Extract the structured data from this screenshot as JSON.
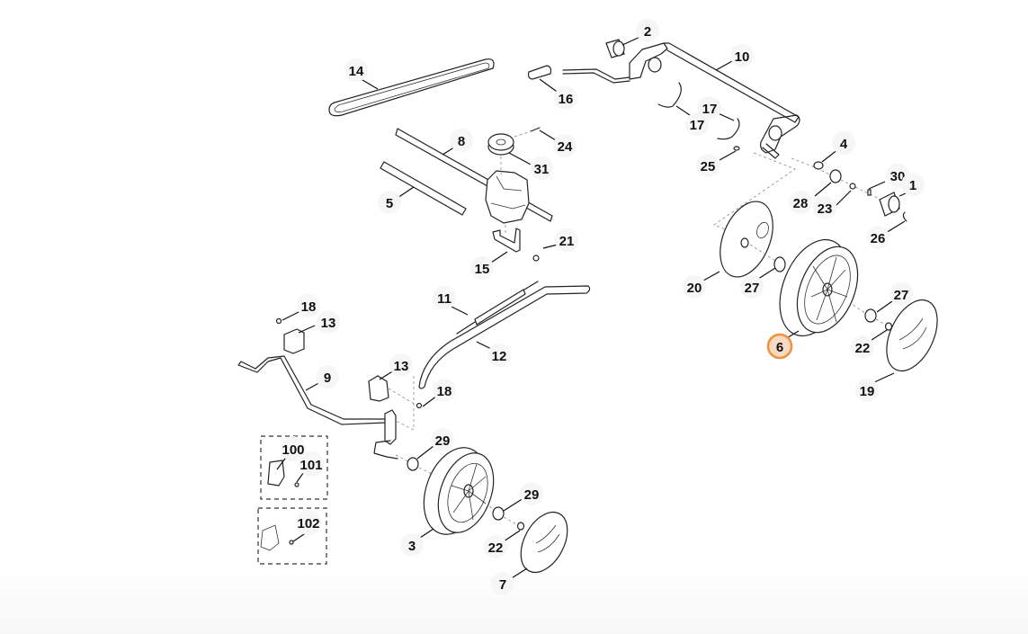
{
  "diagram": {
    "title": "Lawn mower drive system / wheels exploded parts diagram",
    "highlighted_part": "6",
    "highlight_color": "#f0913d",
    "highlight_fill": "#f8d9c2",
    "callouts": [
      {
        "id": "c14",
        "label": "14",
        "part": "v-belt"
      },
      {
        "id": "c16",
        "label": "16",
        "part": "lever-grip"
      },
      {
        "id": "c2",
        "label": "2",
        "part": "pinion"
      },
      {
        "id": "c10",
        "label": "10",
        "part": "height-adjust-lever"
      },
      {
        "id": "c17a",
        "label": "17",
        "part": "spring-clip"
      },
      {
        "id": "c17b",
        "label": "17",
        "part": "spring-clip"
      },
      {
        "id": "c8",
        "label": "8",
        "part": "drive-shaft"
      },
      {
        "id": "c24",
        "label": "24",
        "part": "pin"
      },
      {
        "id": "c31",
        "label": "31",
        "part": "pulley"
      },
      {
        "id": "c25",
        "label": "25",
        "part": "pin"
      },
      {
        "id": "c4",
        "label": "4",
        "part": "washer"
      },
      {
        "id": "c30",
        "label": "30",
        "part": "key"
      },
      {
        "id": "c1",
        "label": "1",
        "part": "drive-pinion"
      },
      {
        "id": "c28",
        "label": "28",
        "part": "bearing"
      },
      {
        "id": "c23",
        "label": "23",
        "part": "washer"
      },
      {
        "id": "c26",
        "label": "26",
        "part": "retaining-ring"
      },
      {
        "id": "c5",
        "label": "5",
        "part": "axle"
      },
      {
        "id": "c21",
        "label": "21",
        "part": "screw"
      },
      {
        "id": "c15",
        "label": "15",
        "part": "bracket"
      },
      {
        "id": "c20",
        "label": "20",
        "part": "dust-cover"
      },
      {
        "id": "c27a",
        "label": "27",
        "part": "bearing"
      },
      {
        "id": "c27b",
        "label": "27",
        "part": "bearing"
      },
      {
        "id": "c6",
        "label": "6",
        "part": "rear-wheel"
      },
      {
        "id": "c22a",
        "label": "22",
        "part": "nut"
      },
      {
        "id": "c19",
        "label": "19",
        "part": "hub-cap"
      },
      {
        "id": "c11",
        "label": "11",
        "part": "tension-spring"
      },
      {
        "id": "c12",
        "label": "12",
        "part": "rod"
      },
      {
        "id": "c18a",
        "label": "18",
        "part": "screw"
      },
      {
        "id": "c13a",
        "label": "13",
        "part": "bearing-block"
      },
      {
        "id": "c9",
        "label": "9",
        "part": "front-axle"
      },
      {
        "id": "c13b",
        "label": "13",
        "part": "bearing-block"
      },
      {
        "id": "c18b",
        "label": "18",
        "part": "screw"
      },
      {
        "id": "c100",
        "label": "100",
        "part": "kit"
      },
      {
        "id": "c101",
        "label": "101",
        "part": "screw"
      },
      {
        "id": "c102",
        "label": "102",
        "part": "kit"
      },
      {
        "id": "c29a",
        "label": "29",
        "part": "bearing"
      },
      {
        "id": "c29b",
        "label": "29",
        "part": "bearing"
      },
      {
        "id": "c3",
        "label": "3",
        "part": "front-wheel"
      },
      {
        "id": "c22b",
        "label": "22",
        "part": "nut"
      },
      {
        "id": "c7",
        "label": "7",
        "part": "hub-cap"
      }
    ]
  }
}
